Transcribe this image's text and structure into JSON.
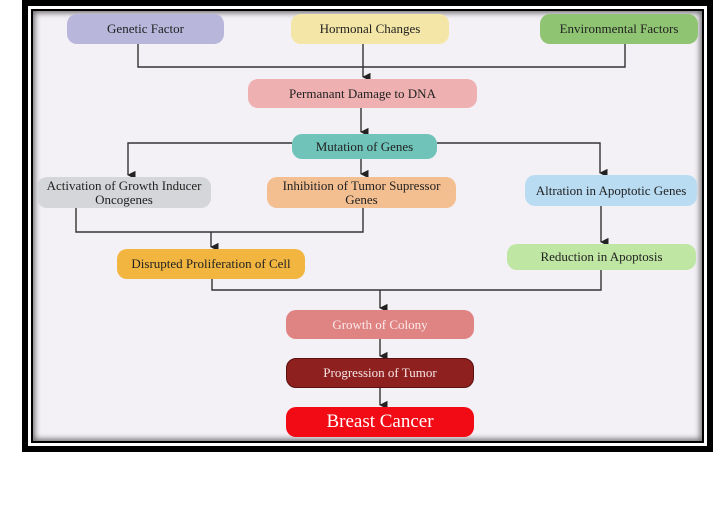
{
  "diagram": {
    "title": "Breast Cancer Pathogenesis Flowchart",
    "nodes": {
      "genetic": {
        "label": "Genetic Factor",
        "color": "#b9b6dc"
      },
      "hormonal": {
        "label": "Hormonal Changes",
        "color": "#f3e6a6"
      },
      "environmental": {
        "label": "Environmental Factors",
        "color": "#8fc572"
      },
      "dna_damage": {
        "label": "Permanant Damage to DNA",
        "color": "#eeb0b0"
      },
      "mutation": {
        "label": "Mutation of Genes",
        "color": "#6fc3b8"
      },
      "activation": {
        "label": "Activation of Growth Inducer Oncogenes",
        "color": "#d5d6d9"
      },
      "inhibition": {
        "label": "Inhibition of Tumor Supressor Genes",
        "color": "#f3bf91"
      },
      "altration": {
        "label": "Altration in Apoptotic Genes",
        "color": "#b9dcf3"
      },
      "disrupted": {
        "label": "Disrupted Proliferation of Cell",
        "color": "#f2b640"
      },
      "reduction": {
        "label": "Reduction in Apoptosis",
        "color": "#bfe6a3"
      },
      "growth": {
        "label": "Growth of Colony",
        "color": "#e08383"
      },
      "progression": {
        "label": "Progression of Tumor",
        "color": "#8e2020"
      },
      "breast_cancer": {
        "label": "Breast Cancer",
        "color": "#f20a14"
      }
    }
  }
}
